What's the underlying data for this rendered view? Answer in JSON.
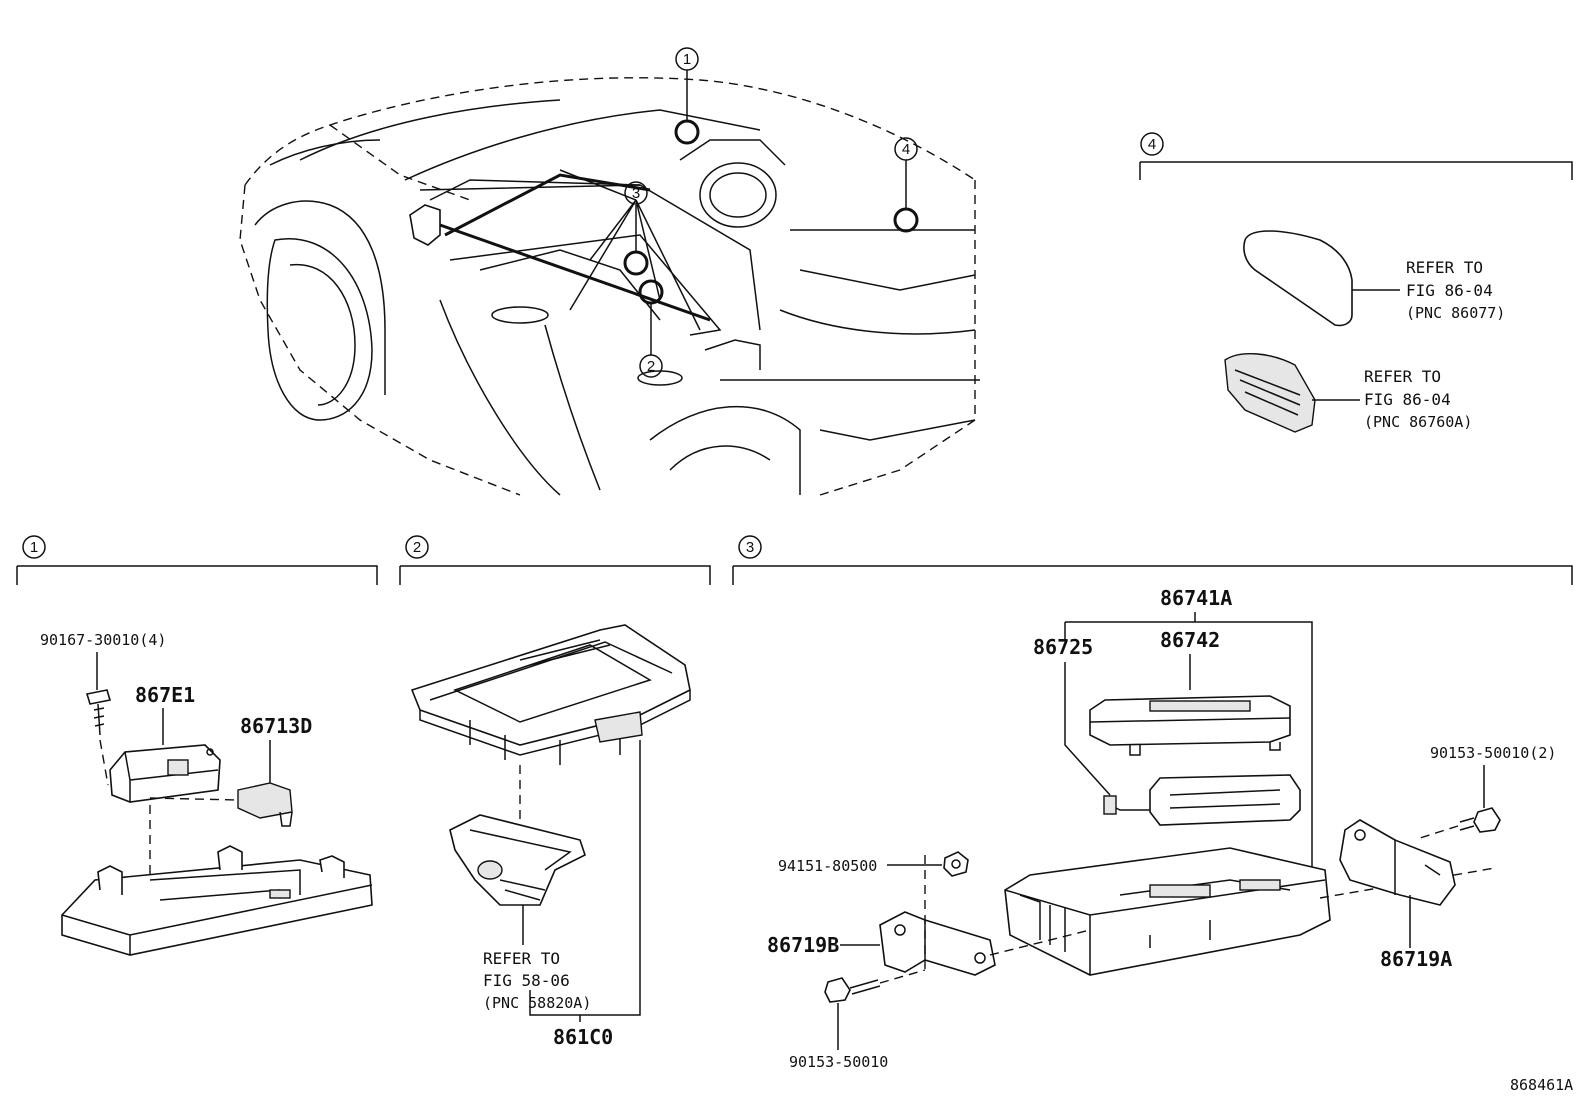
{
  "diagram": {
    "callouts": {
      "c1": "1",
      "c2": "2",
      "c3": "3",
      "c4": "4"
    },
    "parts": {
      "p90167": "90167-30010(4)",
      "p867E1": "867E1",
      "p86713D": "86713D",
      "p861C0": "861C0",
      "p86741A": "86741A",
      "p86742": "86742",
      "p86725": "86725",
      "p90153a": "90153-50010(2)",
      "p94151": "94151-80500",
      "p86719B": "86719B",
      "p86719A": "86719A",
      "p90153b": "90153-50010"
    },
    "refs": {
      "r1": [
        "REFER TO",
        "FIG 86-04",
        "(PNC 86077)"
      ],
      "r2": [
        "REFER TO",
        "FIG 86-04",
        "(PNC 86760A)"
      ],
      "r3": [
        "REFER TO",
        "FIG 58-06",
        "(PNC 58820A)"
      ]
    },
    "figure_id": "868461A"
  }
}
